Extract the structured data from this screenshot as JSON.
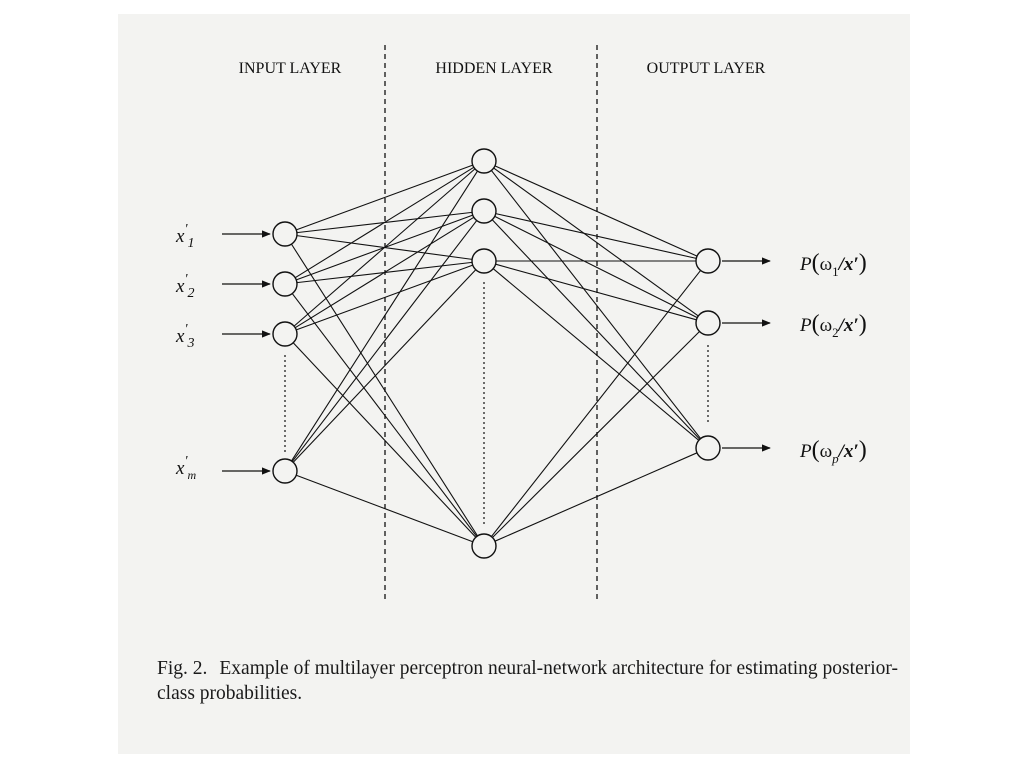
{
  "layers": {
    "input": "INPUT LAYER",
    "hidden": "HIDDEN LAYER",
    "output": "OUTPUT LAYER"
  },
  "inputs": [
    {
      "base": "x",
      "prime": "'",
      "sub": "1"
    },
    {
      "base": "x",
      "prime": "'",
      "sub": "2"
    },
    {
      "base": "x",
      "prime": "'",
      "sub": "3"
    },
    {
      "base": "x",
      "prime": "'",
      "sub": "m"
    }
  ],
  "outputs": [
    {
      "fn": "P",
      "omega": "ω",
      "sub": "1",
      "cond": "/x′"
    },
    {
      "fn": "P",
      "omega": "ω",
      "sub": "2",
      "cond": "/x′"
    },
    {
      "fn": "P",
      "omega": "ω",
      "sub": "p",
      "cond": "/x′"
    }
  ],
  "caption": {
    "label": "Fig. 2.",
    "text": "Example of multilayer perceptron neural-network architecture for estimating posterior-class probabilities."
  },
  "colors": {
    "ink": "#111111",
    "paper": "#f3f3f1"
  }
}
